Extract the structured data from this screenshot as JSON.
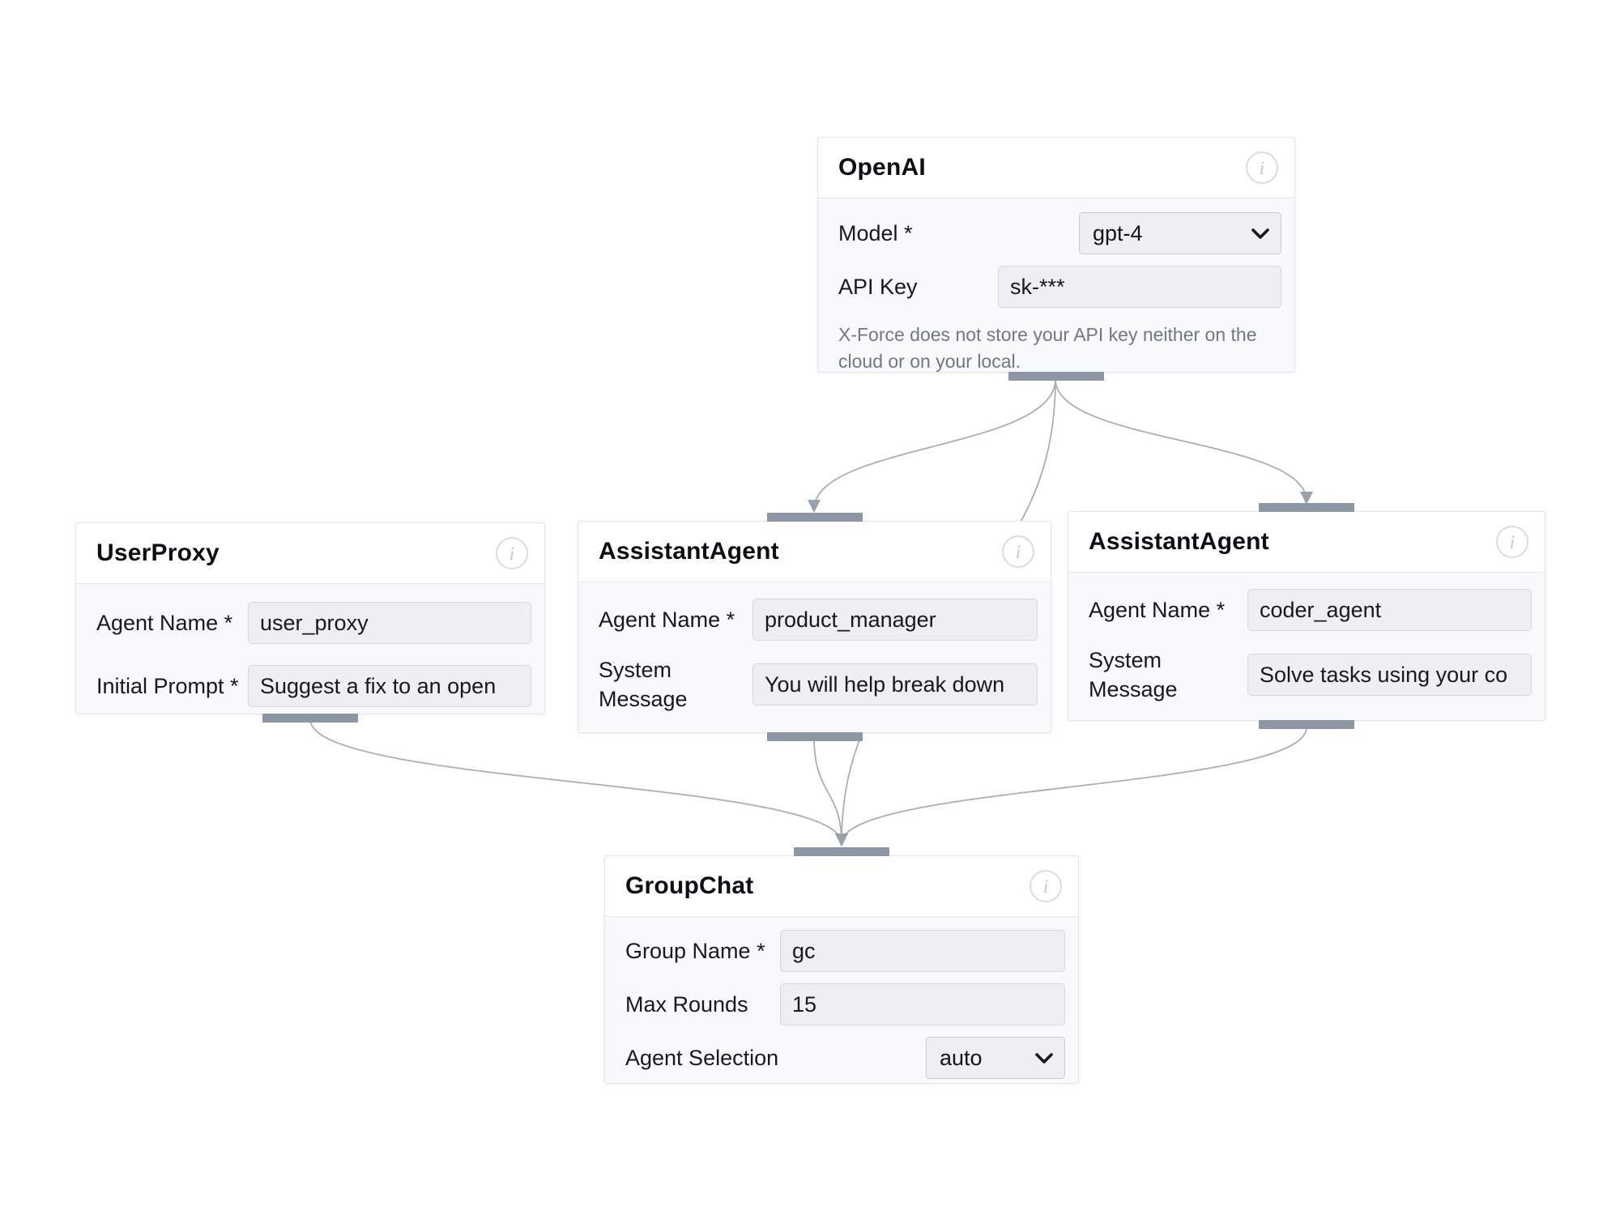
{
  "canvas": {
    "background": "#ffffff"
  },
  "colors": {
    "edge": "#abaeb6",
    "arrowhead": "#9aa1ab",
    "handle": "#8d96a4",
    "node_body": "#f8f9fa",
    "node_header": "#ffffff",
    "node_border": "#e3e5e8",
    "input_bg": "#edeff1",
    "input_border": "#d5d8dc",
    "label_text": "#16191e",
    "helper_text": "#6f7884",
    "info_icon": "#c3c9d1"
  },
  "icons": {
    "info": "info-icon",
    "select_chevron": "chevron-down-icon"
  },
  "info_glyph": "i",
  "nodes": {
    "openai": {
      "title": "OpenAI",
      "fields": {
        "model": {
          "label": "Model *",
          "value": "gpt-4",
          "control": "select"
        },
        "api_key": {
          "label": "API Key",
          "value": "sk-***",
          "control": "input"
        }
      },
      "helper": "X-Force does not store your API key neither on the cloud or on your local."
    },
    "user_proxy": {
      "title": "UserProxy",
      "fields": {
        "agent_name": {
          "label": "Agent Name *",
          "value": "user_proxy",
          "control": "input"
        },
        "initial_prompt": {
          "label": "Initial Prompt *",
          "value": "Suggest a fix to an open",
          "control": "input"
        }
      }
    },
    "product_manager": {
      "title": "AssistantAgent",
      "fields": {
        "agent_name": {
          "label": "Agent Name *",
          "value": "product_manager",
          "control": "input"
        },
        "system_message": {
          "label": "System Message",
          "value": "You will help break down",
          "control": "input"
        }
      }
    },
    "coder": {
      "title": "AssistantAgent",
      "fields": {
        "agent_name": {
          "label": "Agent Name *",
          "value": "coder_agent",
          "control": "input"
        },
        "system_message": {
          "label": "System Message",
          "value": "Solve tasks using your co",
          "control": "input"
        }
      }
    },
    "group_chat": {
      "title": "GroupChat",
      "fields": {
        "group_name": {
          "label": "Group Name *",
          "value": "gc",
          "control": "input"
        },
        "max_rounds": {
          "label": "Max Rounds",
          "value": "15",
          "control": "input"
        },
        "agent_selection": {
          "label": "Agent Selection",
          "value": "auto",
          "control": "select"
        }
      }
    }
  },
  "edges": [
    {
      "from": "openai",
      "to": "product_manager"
    },
    {
      "from": "openai",
      "to": "coder"
    },
    {
      "from": "openai",
      "to": "group_chat"
    },
    {
      "from": "user_proxy",
      "to": "group_chat"
    },
    {
      "from": "product_manager",
      "to": "group_chat"
    },
    {
      "from": "coder",
      "to": "group_chat"
    }
  ]
}
